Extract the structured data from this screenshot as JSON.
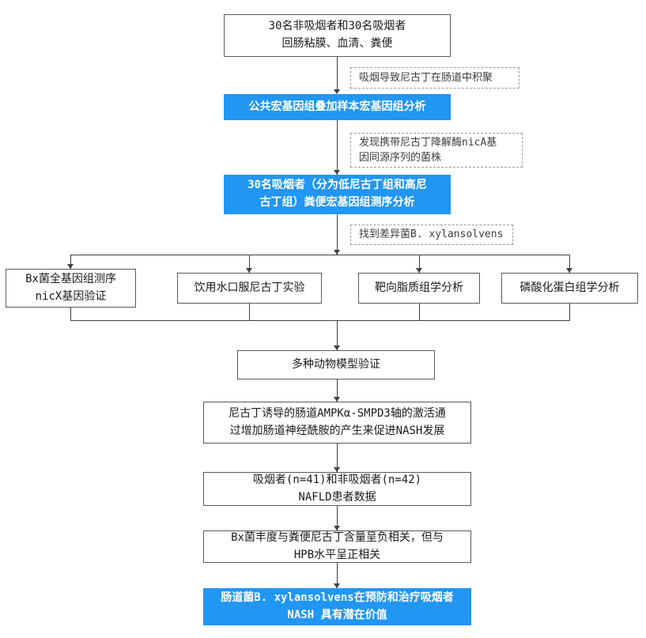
{
  "colors": {
    "accent": "#2196F3",
    "line": "#404040",
    "box_border": "#595959"
  },
  "flow": {
    "cohort": [
      "30名非吸烟者和30名吸烟者",
      "回肠粘膜、血清、粪便"
    ],
    "note1": "吸烟导致尼古丁在肠道中积聚",
    "blue1": "公共宏基因组叠加样本宏基因组分析",
    "note2": [
      "发现携带尼古丁降解酶nicA基",
      "因同源序列的菌株"
    ],
    "blue2": [
      "30名吸烟者（分为低尼古丁组和高尼",
      "古丁组）粪便宏基因组测序分析"
    ],
    "note3": "找到差异菌B. xylansolvens",
    "branch1": [
      "Bx菌全基因组测序",
      "nicX基因验证"
    ],
    "branch2": "饮用水口服尼古丁实验",
    "branch3": "靶向脂质组学分析",
    "branch4": "磷酸化蛋白组学分析",
    "merge": "多种动物模型验证",
    "result1": [
      "尼古丁诱导的肠道AMPKα-SMPD3轴的激活通",
      "过增加肠道神经酰胺的产生来促进NASH发展"
    ],
    "result2": [
      "吸烟者(n=41)和非吸烟者(n=42)",
      "NAFLD患者数据"
    ],
    "result3": [
      "Bx菌丰度与粪便尼古丁含量呈负相关，但与",
      "HPB水平呈正相关"
    ],
    "blue3": [
      "肠道菌B. xylansolvens在预防和治疗吸烟者",
      "NASH 具有潜在价值"
    ]
  }
}
